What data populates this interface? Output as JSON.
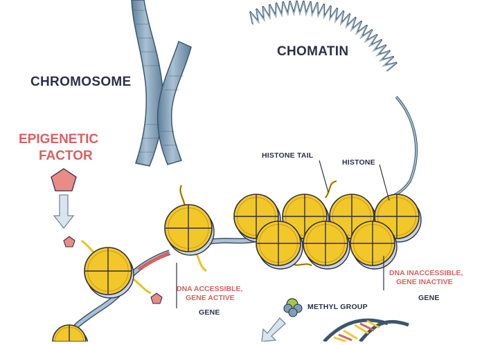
{
  "labels": {
    "chromosome": "CHROMOSOME",
    "chromatin": "CHOMATIN",
    "epigenetic_line1": "EPIGENETIC",
    "epigenetic_line2": "FACTOR",
    "histone_tail": "HISTONE TAIL",
    "histone": "HISTONE",
    "accessible_line1": "DNA ACCESSIBLE,",
    "accessible_line2": "GENE ACTIVE",
    "gene_left": "GENE",
    "inaccessible_line1": "DNA INACCESSIBLE,",
    "inaccessible_line2": "GENE INACTIVE",
    "gene_right": "GENE",
    "methyl_group": "METHYL GROUP"
  },
  "colors": {
    "histone_yellow": "#f2c72a",
    "histone_edge": "#2b3046",
    "dna_blue": "#9fb6c8",
    "chromosome_blue": "#7f9fb8",
    "epigenetic_red": "#d9605e",
    "pentagon_pink": "#e98b86",
    "methyl_green": "#a6c84a"
  }
}
